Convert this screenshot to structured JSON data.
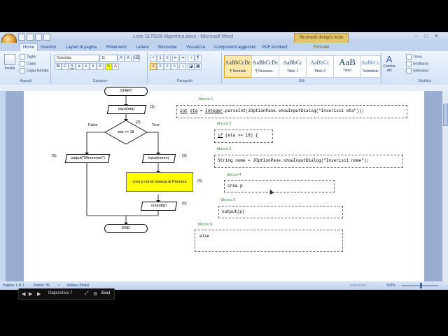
{
  "window": {
    "title": "Liste SLTG08 Algoritmo.docx - Microsoft Word",
    "context_tab_title": "Strumenti disegno testo"
  },
  "tabs": [
    "Home",
    "Inserisci",
    "Layout di pagina",
    "Riferimenti",
    "Lettere",
    "Revisione",
    "Visualizza",
    "Componenti aggiuntivi",
    "PDF Architect",
    "Formato"
  ],
  "ribbon": {
    "clipboard": {
      "paste": "Incolla",
      "cut": "Taglia",
      "copy": "Copia",
      "format_painter": "Copia formato",
      "label": "Appunti"
    },
    "font": {
      "name": "Consolas",
      "size": "11",
      "label": "Carattere"
    },
    "paragraph": {
      "label": "Paragrafo"
    },
    "styles": {
      "items": [
        {
          "preview": "AaBbCcDc",
          "name": "¶ Normale",
          "selected": true
        },
        {
          "preview": "AaBbCcDc",
          "name": "¶ Nessuna...",
          "selected": false
        },
        {
          "preview": "AaBbCc",
          "name": "Titolo 1",
          "selected": false
        },
        {
          "preview": "AaBbCc",
          "name": "Titolo 2",
          "selected": false
        },
        {
          "preview": "AaB",
          "name": "Titolo",
          "selected": false
        },
        {
          "preview": "AaBbCc.",
          "name": "Sottotitolo",
          "selected": false
        }
      ],
      "change_styles": "Cambia stili",
      "label": "Stili"
    },
    "editing": {
      "find": "Trova",
      "replace": "Sostituisci",
      "select": "Seleziona",
      "label": "Modifica"
    }
  },
  "flowchart": {
    "start": "START",
    "input_eta": "input(eta)",
    "decision": "eta >= 18",
    "false_label": "False",
    "true_label": "True",
    "output_minorenne": "output(\"Minorenne\")",
    "input_nome": "input(nome)",
    "crea": "crea p come istanza di Persona",
    "output_p": "output(p)",
    "end": "END",
    "num1": "(1)",
    "num2": "(2)",
    "num3": "(3)",
    "num4": "(4)",
    "num5": "(5)",
    "num6": "(6)"
  },
  "blocks": {
    "b1_label": "blocco 1",
    "b1_code_kw": "int",
    "b1_code_var": "eta",
    "b1_code_rest": " = ",
    "b1_code_int": "Integer",
    "b1_code_parse": ".parseInt(JOptionPane.showInputDialog(\"Inserisci eta\"));",
    "b2_label": "blocco 2",
    "b2_code_if": "if",
    "b2_code_cond": " (eta >= 18) {",
    "b3_label": "blocco 3",
    "b3_code": "String nome = JOptionPane.showInputDialog(\"Inserisci nome\");",
    "b4_label": "blocco 4",
    "b4_code": "crea p",
    "b5_label": "blocco 5",
    "b5_code": "output(p)",
    "b6_label": "blocco 6",
    "b6_code": "else"
  },
  "status": {
    "page": "Pagina: 1 di 1",
    "words": "Parole: 35",
    "language": "Italiano (Italia)",
    "zoom": "100%",
    "zoom_fraction": 0.5
  },
  "player": {
    "slide_label": "Diapositiva 7",
    "esc": "Esci"
  },
  "colors": {
    "highlight_yellow": "#ffff00",
    "block_label_green": "#2e7d32",
    "ribbon_blue": "#15428b"
  }
}
